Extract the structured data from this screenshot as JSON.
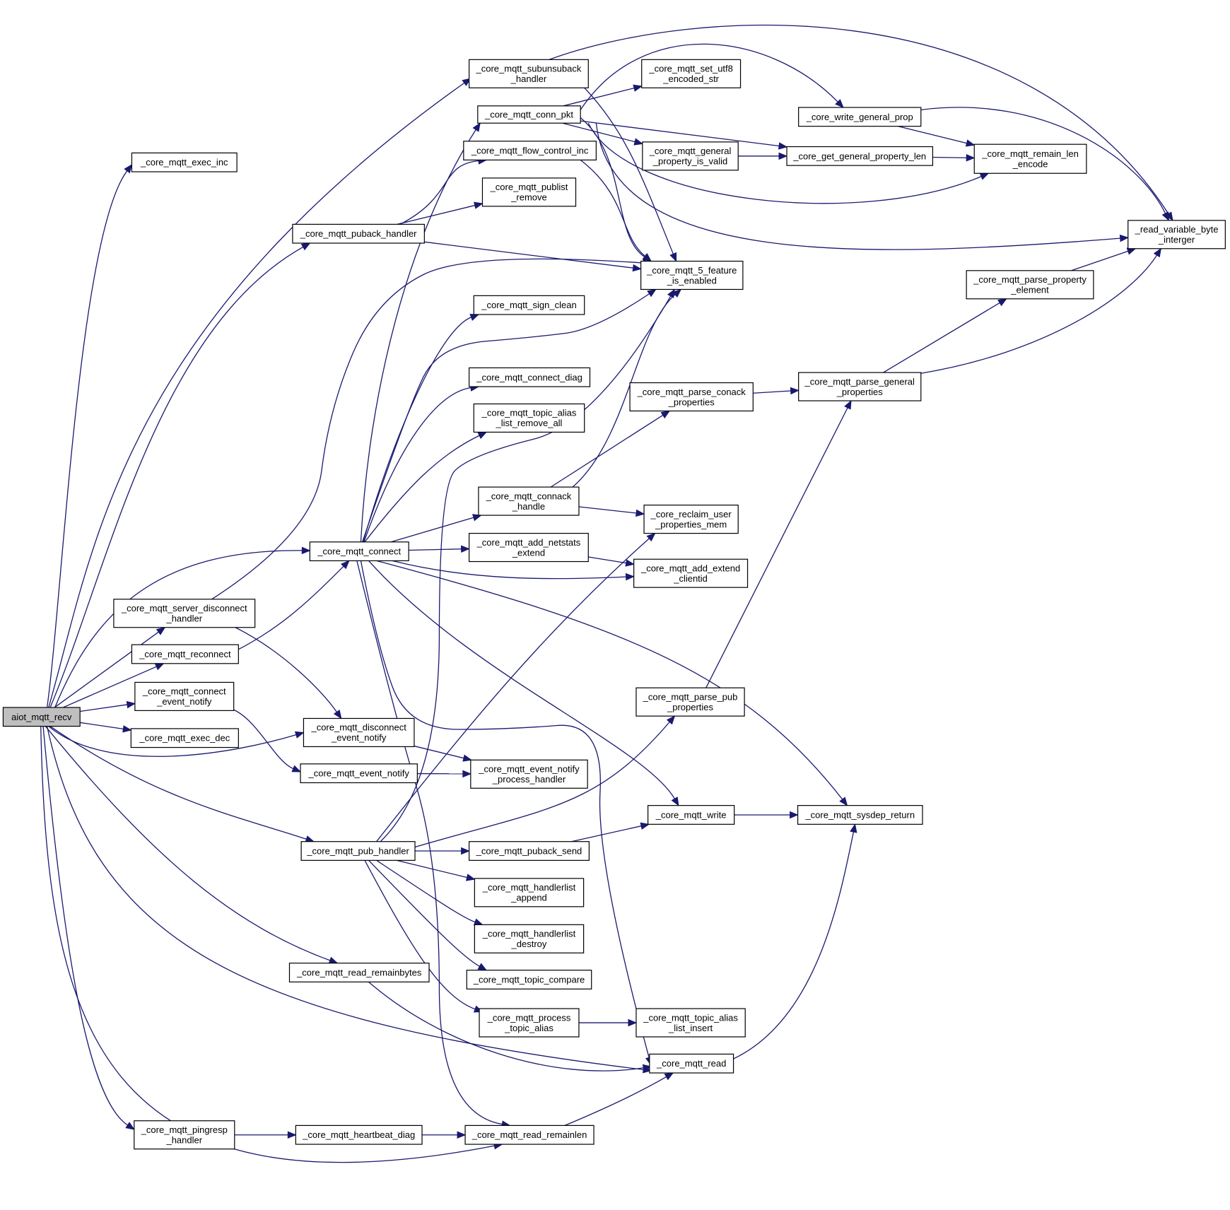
{
  "diagram": {
    "type": "call-graph",
    "nodes": [
      {
        "id": "aiot_mqtt_recv",
        "lines": [
          "aiot_mqtt_recv"
        ],
        "root": true
      },
      {
        "id": "exec_inc",
        "lines": [
          "_core_mqtt_exec_inc"
        ]
      },
      {
        "id": "subunsuback",
        "lines": [
          "_core_mqtt_subunsuback",
          "_handler"
        ]
      },
      {
        "id": "conn_pkt",
        "lines": [
          "_core_mqtt_conn_pkt"
        ]
      },
      {
        "id": "set_utf8",
        "lines": [
          "_core_mqtt_set_utf8",
          "_encoded_str"
        ]
      },
      {
        "id": "write_general_prop",
        "lines": [
          "_core_write_general_prop"
        ]
      },
      {
        "id": "flow_control_inc",
        "lines": [
          "_core_mqtt_flow_control_inc"
        ]
      },
      {
        "id": "general_property_is_valid",
        "lines": [
          "_core_mqtt_general",
          "_property_is_valid"
        ]
      },
      {
        "id": "get_general_property_len",
        "lines": [
          "_core_get_general_property_len"
        ]
      },
      {
        "id": "remain_len_encode",
        "lines": [
          "_core_mqtt_remain_len",
          "_encode"
        ]
      },
      {
        "id": "publist_remove",
        "lines": [
          "_core_mqtt_publist",
          "_remove"
        ]
      },
      {
        "id": "puback_handler",
        "lines": [
          "_core_mqtt_puback_handler"
        ]
      },
      {
        "id": "read_variable_byte",
        "lines": [
          "_read_variable_byte",
          "_interger"
        ]
      },
      {
        "id": "feature_enabled",
        "lines": [
          "_core_mqtt_5_feature",
          "_is_enabled"
        ]
      },
      {
        "id": "parse_property_element",
        "lines": [
          "_core_mqtt_parse_property",
          "_element"
        ]
      },
      {
        "id": "sign_clean",
        "lines": [
          "_core_mqtt_sign_clean"
        ]
      },
      {
        "id": "connect_diag",
        "lines": [
          "_core_mqtt_connect_diag"
        ]
      },
      {
        "id": "parse_conack_properties",
        "lines": [
          "_core_mqtt_parse_conack",
          "_properties"
        ]
      },
      {
        "id": "parse_general_properties",
        "lines": [
          "_core_mqtt_parse_general",
          "_properties"
        ]
      },
      {
        "id": "topic_alias_remove_all",
        "lines": [
          "_core_mqtt_topic_alias",
          "_list_remove_all"
        ]
      },
      {
        "id": "connack_handle",
        "lines": [
          "_core_mqtt_connack",
          "_handle"
        ]
      },
      {
        "id": "reclaim_user_properties",
        "lines": [
          "_core_reclaim_user",
          "_properties_mem"
        ]
      },
      {
        "id": "connect",
        "lines": [
          "_core_mqtt_connect"
        ]
      },
      {
        "id": "add_netstats_extend",
        "lines": [
          "_core_mqtt_add_netstats",
          "_extend"
        ]
      },
      {
        "id": "add_extend_clientid",
        "lines": [
          "_core_mqtt_add_extend",
          "_clientid"
        ]
      },
      {
        "id": "server_disconnect_handler",
        "lines": [
          "_core_mqtt_server_disconnect",
          "_handler"
        ]
      },
      {
        "id": "reconnect",
        "lines": [
          "_core_mqtt_reconnect"
        ]
      },
      {
        "id": "connect_event_notify",
        "lines": [
          "_core_mqtt_connect",
          "_event_notify"
        ]
      },
      {
        "id": "parse_pub_properties",
        "lines": [
          "_core_mqtt_parse_pub",
          "_properties"
        ]
      },
      {
        "id": "disconnect_event_notify",
        "lines": [
          "_core_mqtt_disconnect",
          "_event_notify"
        ]
      },
      {
        "id": "exec_dec",
        "lines": [
          "_core_mqtt_exec_dec"
        ]
      },
      {
        "id": "event_notify_process_handler",
        "lines": [
          "_core_mqtt_event_notify",
          "_process_handler"
        ]
      },
      {
        "id": "event_notify",
        "lines": [
          "_core_mqtt_event_notify"
        ]
      },
      {
        "id": "write",
        "lines": [
          "_core_mqtt_write"
        ]
      },
      {
        "id": "sysdep_return",
        "lines": [
          "_core_mqtt_sysdep_return"
        ]
      },
      {
        "id": "pub_handler",
        "lines": [
          "_core_mqtt_pub_handler"
        ]
      },
      {
        "id": "puback_send",
        "lines": [
          "_core_mqtt_puback_send"
        ]
      },
      {
        "id": "handlerlist_append",
        "lines": [
          "_core_mqtt_handlerlist",
          "_append"
        ]
      },
      {
        "id": "handlerlist_destroy",
        "lines": [
          "_core_mqtt_handlerlist",
          "_destroy"
        ]
      },
      {
        "id": "read_remainbytes",
        "lines": [
          "_core_mqtt_read_remainbytes"
        ]
      },
      {
        "id": "topic_compare",
        "lines": [
          "_core_mqtt_topic_compare"
        ]
      },
      {
        "id": "process_topic_alias",
        "lines": [
          "_core_mqtt_process",
          "_topic_alias"
        ]
      },
      {
        "id": "topic_alias_list_insert",
        "lines": [
          "_core_mqtt_topic_alias",
          "_list_insert"
        ]
      },
      {
        "id": "read",
        "lines": [
          "_core_mqtt_read"
        ]
      },
      {
        "id": "pingresp_handler",
        "lines": [
          "_core_mqtt_pingresp",
          "_handler"
        ]
      },
      {
        "id": "heartbeat_diag",
        "lines": [
          "_core_mqtt_heartbeat_diag"
        ]
      },
      {
        "id": "read_remainlen",
        "lines": [
          "_core_mqtt_read_remainlen"
        ]
      }
    ],
    "edges": [
      [
        "aiot_mqtt_recv",
        "exec_inc"
      ],
      [
        "aiot_mqtt_recv",
        "subunsuback"
      ],
      [
        "aiot_mqtt_recv",
        "puback_handler"
      ],
      [
        "aiot_mqtt_recv",
        "connect"
      ],
      [
        "aiot_mqtt_recv",
        "server_disconnect_handler"
      ],
      [
        "aiot_mqtt_recv",
        "reconnect"
      ],
      [
        "aiot_mqtt_recv",
        "connect_event_notify"
      ],
      [
        "aiot_mqtt_recv",
        "exec_dec"
      ],
      [
        "aiot_mqtt_recv",
        "disconnect_event_notify"
      ],
      [
        "aiot_mqtt_recv",
        "pub_handler"
      ],
      [
        "aiot_mqtt_recv",
        "read_remainbytes"
      ],
      [
        "aiot_mqtt_recv",
        "read"
      ],
      [
        "aiot_mqtt_recv",
        "pingresp_handler"
      ],
      [
        "aiot_mqtt_recv",
        "read_remainlen"
      ],
      [
        "subunsuback",
        "read_variable_byte"
      ],
      [
        "subunsuback",
        "feature_enabled"
      ],
      [
        "conn_pkt",
        "set_utf8"
      ],
      [
        "conn_pkt",
        "write_general_prop"
      ],
      [
        "conn_pkt",
        "general_property_is_valid"
      ],
      [
        "conn_pkt",
        "get_general_property_len"
      ],
      [
        "conn_pkt",
        "remain_len_encode"
      ],
      [
        "conn_pkt",
        "read_variable_byte"
      ],
      [
        "conn_pkt",
        "feature_enabled"
      ],
      [
        "write_general_prop",
        "remain_len_encode"
      ],
      [
        "write_general_prop",
        "read_variable_byte"
      ],
      [
        "general_property_is_valid",
        "get_general_property_len"
      ],
      [
        "get_general_property_len",
        "remain_len_encode"
      ],
      [
        "flow_control_inc",
        "feature_enabled"
      ],
      [
        "puback_handler",
        "flow_control_inc"
      ],
      [
        "puback_handler",
        "publist_remove"
      ],
      [
        "puback_handler",
        "feature_enabled"
      ],
      [
        "parse_property_element",
        "read_variable_byte"
      ],
      [
        "parse_general_properties",
        "parse_property_element"
      ],
      [
        "parse_general_properties",
        "read_variable_byte"
      ],
      [
        "parse_conack_properties",
        "parse_general_properties"
      ],
      [
        "connack_handle",
        "parse_conack_properties"
      ],
      [
        "connack_handle",
        "reclaim_user_properties"
      ],
      [
        "connack_handle",
        "feature_enabled"
      ],
      [
        "connect",
        "conn_pkt"
      ],
      [
        "connect",
        "feature_enabled"
      ],
      [
        "connect",
        "sign_clean"
      ],
      [
        "connect",
        "connect_diag"
      ],
      [
        "connect",
        "topic_alias_remove_all"
      ],
      [
        "connect",
        "connack_handle"
      ],
      [
        "connect",
        "add_netstats_extend"
      ],
      [
        "connect",
        "add_extend_clientid"
      ],
      [
        "connect",
        "write"
      ],
      [
        "connect",
        "sysdep_return"
      ],
      [
        "connect",
        "read"
      ],
      [
        "connect",
        "read_remainlen"
      ],
      [
        "add_netstats_extend",
        "add_extend_clientid"
      ],
      [
        "server_disconnect_handler",
        "feature_enabled"
      ],
      [
        "server_disconnect_handler",
        "disconnect_event_notify"
      ],
      [
        "reconnect",
        "connect"
      ],
      [
        "connect_event_notify",
        "event_notify"
      ],
      [
        "disconnect_event_notify",
        "event_notify_process_handler"
      ],
      [
        "event_notify",
        "event_notify_process_handler"
      ],
      [
        "parse_pub_properties",
        "parse_general_properties"
      ],
      [
        "write",
        "sysdep_return"
      ],
      [
        "pub_handler",
        "reclaim_user_properties"
      ],
      [
        "pub_handler",
        "feature_enabled"
      ],
      [
        "pub_handler",
        "parse_pub_properties"
      ],
      [
        "pub_handler",
        "puback_send"
      ],
      [
        "pub_handler",
        "handlerlist_append"
      ],
      [
        "pub_handler",
        "handlerlist_destroy"
      ],
      [
        "pub_handler",
        "topic_compare"
      ],
      [
        "pub_handler",
        "process_topic_alias"
      ],
      [
        "puback_send",
        "write"
      ],
      [
        "process_topic_alias",
        "topic_alias_list_insert"
      ],
      [
        "read_remainbytes",
        "read"
      ],
      [
        "read",
        "sysdep_return"
      ],
      [
        "pingresp_handler",
        "heartbeat_diag"
      ],
      [
        "heartbeat_diag",
        "read_remainlen"
      ],
      [
        "read_remainlen",
        "read"
      ]
    ]
  }
}
